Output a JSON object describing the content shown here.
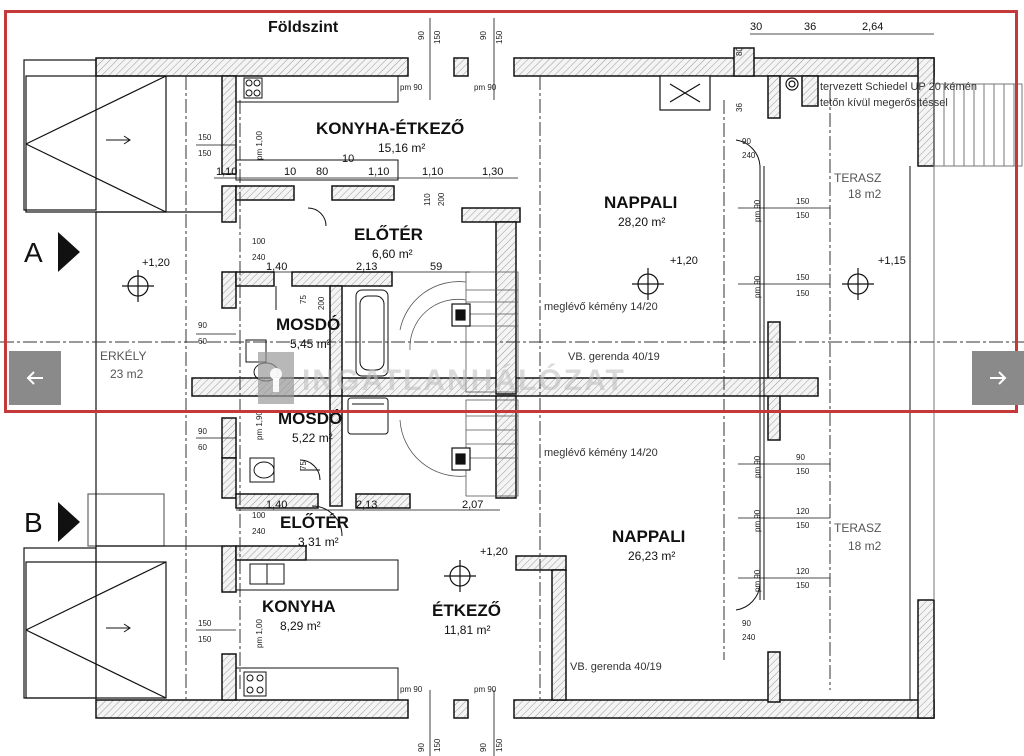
{
  "plan": {
    "title": "Földszint",
    "section_a": "A",
    "section_b": "B",
    "rooms": {
      "konyha_etkezo": {
        "name": "KONYHA-ÉTKEZŐ",
        "area": "15,16 m²"
      },
      "nappali_top": {
        "name": "NAPPALI",
        "area": "28,20 m²"
      },
      "eloter_top": {
        "name": "ELŐTÉR",
        "area": "6,60 m²"
      },
      "mosdo_top": {
        "name": "MOSDÓ",
        "area": "5,45 m²"
      },
      "mosdo_bottom": {
        "name": "MOSDÓ",
        "area": "5,22 m²"
      },
      "eloter_bottom": {
        "name": "ELŐTÉR",
        "area": "3,31 m²"
      },
      "nappali_bottom": {
        "name": "NAPPALI",
        "area": "26,23 m²"
      },
      "konyha": {
        "name": "KONYHA",
        "area": "8,29 m²"
      },
      "etkezo": {
        "name": "ÉTKEZŐ",
        "area": "11,81 m²"
      },
      "erkely": {
        "name": "ERKÉLY",
        "area": "23 m2"
      },
      "terasz_top": {
        "name": "TERASZ",
        "area": "18 m2"
      },
      "terasz_bottom": {
        "name": "TERASZ",
        "area": "18 m2"
      }
    },
    "levels": {
      "erkely": "+1,20",
      "nappali": "+1,20",
      "terasz": "+1,15",
      "etkezo": "+1,20"
    },
    "notes": {
      "chimney_top": "meglévő kémény 14/20",
      "chimney_bottom": "meglévő kémény 14/20",
      "beam_top": "VB. gerenda 40/19",
      "beam_bottom": "VB. gerenda 40/19",
      "schiedel_line1": "tervezett Schiedel UP 20 kémén",
      "schiedel_line2": "tetőn kívül megerősítéssel"
    },
    "top_dims": {
      "d1": "30",
      "d2": "36",
      "d3": "2,64"
    },
    "dims": {
      "w110a": "1,10",
      "w10a": "10",
      "w80": "80",
      "w10b": "10",
      "w110b": "1,10",
      "w110c": "1,10",
      "w130": "1,30",
      "w140a": "1,40",
      "w213a": "2,13",
      "w59": "59",
      "w140b": "1,40",
      "w213b": "2,13",
      "w207": "2,07",
      "v150": "150",
      "v90": "90",
      "v100": "100",
      "v240": "240",
      "v60": "60",
      "v120": "120",
      "v200": "200",
      "v75": "75",
      "v110": "110",
      "v80": "80",
      "v36": "36",
      "pm90": "pm 90",
      "pm100": "pm 1,00",
      "pm190": "pm 1,90"
    }
  },
  "watermark_text": "INGATLANHÁLÓZAT",
  "nav": {
    "prev_icon": "arrow-left-icon",
    "next_icon": "arrow-right-icon"
  },
  "colors": {
    "selection": "#c43a3a",
    "nav_bg": "#8a8a8a",
    "wall": "#f3f3f3"
  }
}
